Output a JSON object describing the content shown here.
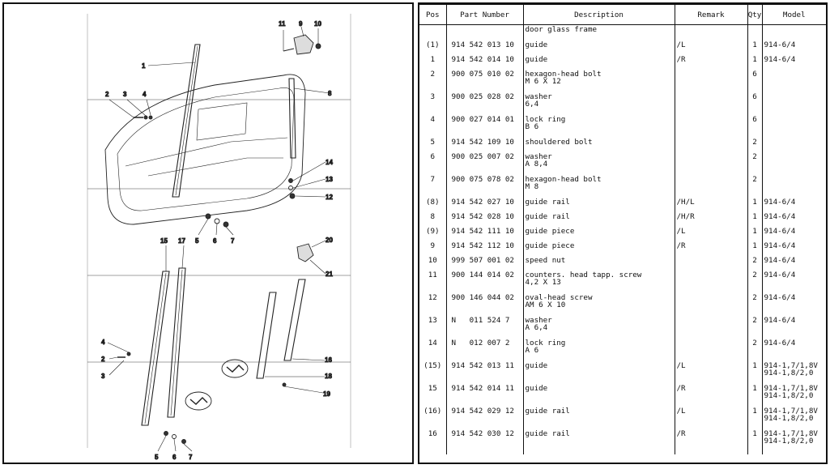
{
  "diagram": {
    "callouts": [
      "1",
      "2",
      "3",
      "4",
      "5",
      "6",
      "7",
      "8",
      "9",
      "10",
      "11",
      "12",
      "13",
      "14",
      "15",
      "16",
      "17",
      "18",
      "19",
      "20",
      "21",
      "4",
      "2",
      "3",
      "5",
      "6",
      "7"
    ]
  },
  "table": {
    "headers": [
      "Pos",
      "Part Number",
      "Description",
      "Remark",
      "Qty",
      "Model"
    ],
    "rows": [
      {
        "pos": "",
        "part": "",
        "desc": "door glass frame",
        "remark": "",
        "qty": "",
        "model": ""
      },
      {
        "pos": "(1)",
        "part": "914 542 013 10",
        "desc": "guide",
        "remark": "/L",
        "qty": "1",
        "model": "914-6/4"
      },
      {
        "pos": "1",
        "part": "914 542 014 10",
        "desc": "guide",
        "remark": "/R",
        "qty": "1",
        "model": "914-6/4"
      },
      {
        "pos": "2",
        "part": "900 075 010 02",
        "desc": "hexagon-head bolt\nM 6 X 12",
        "remark": "",
        "qty": "6",
        "model": ""
      },
      {
        "pos": "3",
        "part": "900 025 028 02",
        "desc": "washer\n6,4",
        "remark": "",
        "qty": "6",
        "model": ""
      },
      {
        "pos": "4",
        "part": "900 027 014 01",
        "desc": "lock ring\nB 6",
        "remark": "",
        "qty": "6",
        "model": ""
      },
      {
        "pos": "5",
        "part": "914 542 109 10",
        "desc": "shouldered bolt",
        "remark": "",
        "qty": "2",
        "model": ""
      },
      {
        "pos": "6",
        "part": "900 025 007 02",
        "desc": "washer\nA 8,4",
        "remark": "",
        "qty": "2",
        "model": ""
      },
      {
        "pos": "7",
        "part": "900 075 078 02",
        "desc": "hexagon-head bolt\nM 8",
        "remark": "",
        "qty": "2",
        "model": ""
      },
      {
        "pos": "(8)",
        "part": "914 542 027 10",
        "desc": "guide rail",
        "remark": "/H/L",
        "qty": "1",
        "model": "914-6/4"
      },
      {
        "pos": "8",
        "part": "914 542 028 10",
        "desc": "guide rail",
        "remark": "/H/R",
        "qty": "1",
        "model": "914-6/4"
      },
      {
        "pos": "(9)",
        "part": "914 542 111 10",
        "desc": "guide piece",
        "remark": "/L",
        "qty": "1",
        "model": "914-6/4"
      },
      {
        "pos": "9",
        "part": "914 542 112 10",
        "desc": "guide piece",
        "remark": "/R",
        "qty": "1",
        "model": "914-6/4"
      },
      {
        "pos": "10",
        "part": "999 507 001 02",
        "desc": "speed nut",
        "remark": "",
        "qty": "2",
        "model": "914-6/4"
      },
      {
        "pos": "11",
        "part": "900 144 014 02",
        "desc": "counters. head tapp. screw\n4,2 X 13",
        "remark": "",
        "qty": "2",
        "model": "914-6/4"
      },
      {
        "pos": "12",
        "part": "900 146 044 02",
        "desc": "oval-head screw\nAM 6 X 10",
        "remark": "",
        "qty": "2",
        "model": "914-6/4"
      },
      {
        "pos": "13",
        "part": "N   011 524 7",
        "desc": "washer\nA 6,4",
        "remark": "",
        "qty": "2",
        "model": "914-6/4"
      },
      {
        "pos": "14",
        "part": "N   012 007 2",
        "desc": "lock ring\nA 6",
        "remark": "",
        "qty": "2",
        "model": "914-6/4"
      },
      {
        "pos": "(15)",
        "part": "914 542 013 11",
        "desc": "guide",
        "remark": "/L",
        "qty": "1",
        "model": "914-1,7/1,8V\n914-1,8/2,0"
      },
      {
        "pos": "15",
        "part": "914 542 014 11",
        "desc": "guide",
        "remark": "/R",
        "qty": "1",
        "model": "914-1,7/1,8V\n914-1,8/2,0"
      },
      {
        "pos": "(16)",
        "part": "914 542 029 12",
        "desc": "guide rail",
        "remark": "/L",
        "qty": "1",
        "model": "914-1,7/1,8V\n914-1,8/2,0"
      },
      {
        "pos": "16",
        "part": "914 542 030 12",
        "desc": "guide rail",
        "remark": "/R",
        "qty": "1",
        "model": "914-1,7/1,8V\n914-1,8/2,0"
      }
    ]
  }
}
